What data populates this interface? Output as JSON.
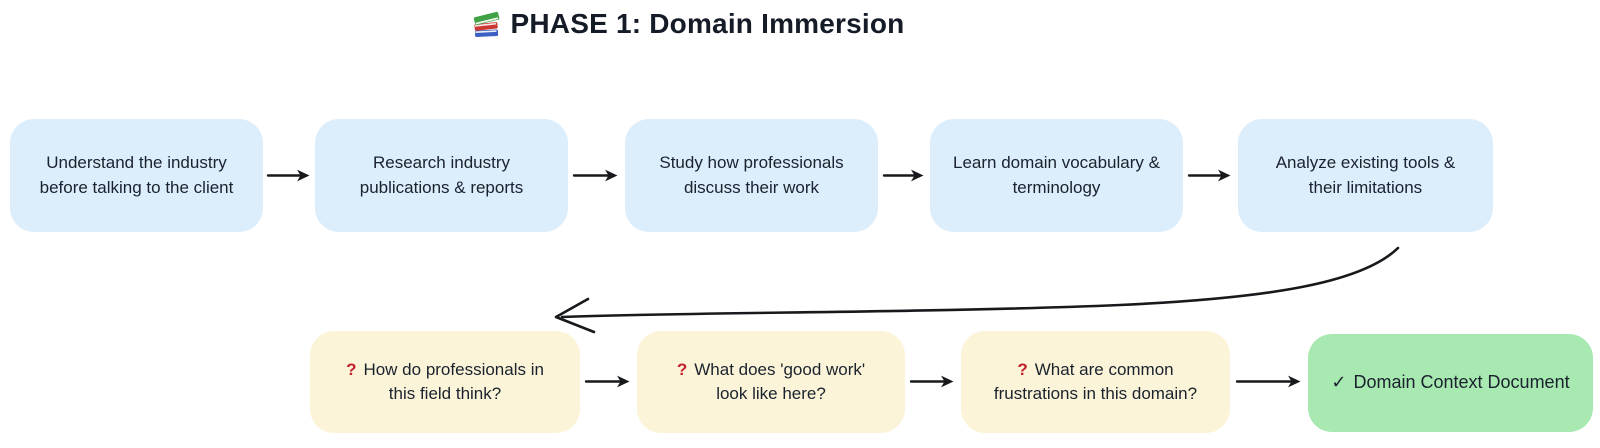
{
  "title": {
    "icon": "books-icon",
    "text": "PHASE 1: Domain Immersion"
  },
  "colors": {
    "step_bg": "#dcedfb",
    "question_bg": "#fbf4d8",
    "deliverable_bg": "#a8e8b1",
    "question_mark": "#c2202c",
    "text": "#1a222e",
    "arrow": "#17191c"
  },
  "flow": {
    "steps": [
      {
        "label": "Understand the industry\nbefore talking to the client"
      },
      {
        "label": "Research industry\npublications & reports"
      },
      {
        "label": "Study how professionals\ndiscuss their work"
      },
      {
        "label": "Learn domain vocabulary &\nterminology"
      },
      {
        "label": "Analyze existing tools &\ntheir limitations"
      }
    ],
    "questions": [
      {
        "prefix": "?",
        "label": "How do professionals in\nthis field think?"
      },
      {
        "prefix": "?",
        "label": "What does 'good work'\nlook like here?"
      },
      {
        "prefix": "?",
        "label": "What are common\nfrustrations in this domain?"
      }
    ],
    "deliverable": {
      "prefix": "✓",
      "label": "Domain Context Document"
    }
  }
}
